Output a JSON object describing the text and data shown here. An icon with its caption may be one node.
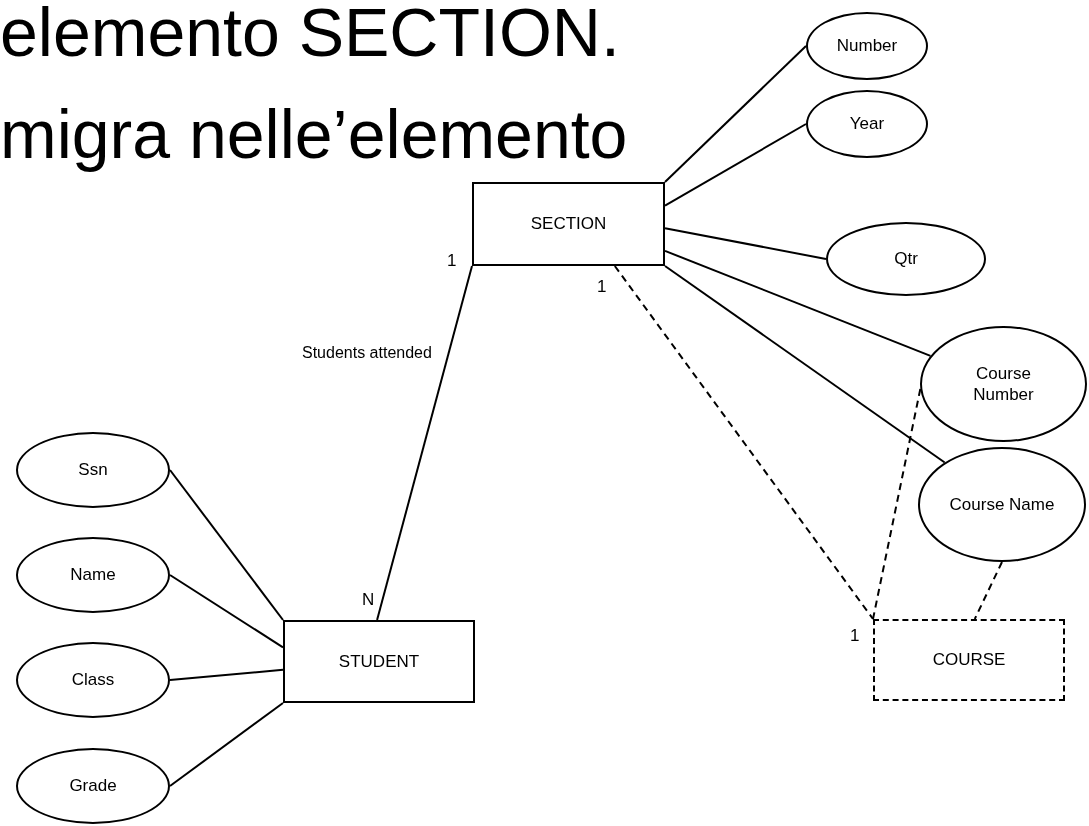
{
  "diagram": {
    "nodes": [
      {
        "text": [
          "SECTION"
        ]
      },
      {
        "text": [
          "Number"
        ]
      },
      {
        "text": [
          "Year"
        ]
      },
      {
        "text": [
          "Qtr"
        ]
      },
      {
        "text": [
          "Course Number"
        ]
      },
      {
        "text": [
          "Course Name"
        ]
      },
      {
        "text": [
          "STUDENT"
        ]
      },
      {
        "text": [
          "Ssn"
        ]
      },
      {
        "text": [
          "Name"
        ]
      },
      {
        "text": [
          "Class"
        ]
      },
      {
        "text": [
          "Grade"
        ]
      },
      {
        "text": [
          "COURSE"
        ]
      }
    ],
    "edges": [
      {
        "from": 0,
        "to": 1,
        "arrow": "none"
      },
      {
        "from": 0,
        "to": 2,
        "arrow": "none"
      },
      {
        "from": 0,
        "to": 3,
        "arrow": "none"
      },
      {
        "from": 0,
        "to": 4,
        "arrow": "none"
      },
      {
        "from": 0,
        "to": 5,
        "arrow": "none"
      },
      {
        "from": 6,
        "to": 0,
        "arrow": "none",
        "label": "Students attended"
      },
      {
        "from": 7,
        "to": 6,
        "arrow": "none"
      },
      {
        "from": 8,
        "to": 6,
        "arrow": "none"
      },
      {
        "from": 9,
        "to": 6,
        "arrow": "none"
      },
      {
        "from": 10,
        "to": 6,
        "arrow": "none"
      },
      {
        "from": 0,
        "to": 11,
        "arrow": "none",
        "style": "dashed"
      },
      {
        "from": 4,
        "to": 11,
        "arrow": "none",
        "style": "dashed"
      },
      {
        "from": 5,
        "to": 11,
        "arrow": "none",
        "style": "dashed"
      }
    ],
    "labels": [
      "elemento SECTION.",
      "migra nelle’elemento",
      "1",
      "1",
      "N",
      "1"
    ]
  }
}
